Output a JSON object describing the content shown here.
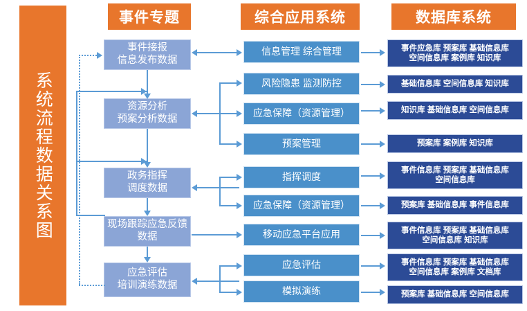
{
  "banner": {
    "title": "系统流程数据关系图",
    "color": "#e8762c"
  },
  "headers": [
    {
      "id": "event-topic",
      "label": "事件专题"
    },
    {
      "id": "integrated-app",
      "label": "综合应用系统"
    },
    {
      "id": "database",
      "label": "数据库系统"
    }
  ],
  "colors": {
    "banner_orange": "#e8762c",
    "column_a_blue": "#8ba5d6",
    "column_b_blue": "#4a90ca",
    "column_c_navy": "#2c4b96",
    "connector_blue": "#5b9bd5"
  },
  "column_a": [
    {
      "line1": "事件接报",
      "line2": "信息发布数据"
    },
    {
      "line1": "资源分析",
      "line2": "预案分析数据"
    },
    {
      "line1": "政务指挥",
      "line2": "调度数据"
    },
    {
      "line1": "现场跟踪应急反馈",
      "line2": "数据"
    },
    {
      "line1": "应急评估",
      "line2": "培训演练数据"
    }
  ],
  "column_b": [
    {
      "label": "信息管理  综合管理"
    },
    {
      "label": "风险隐患  监测防控"
    },
    {
      "label": "应急保障（资源管理）"
    },
    {
      "label": "预案管理"
    },
    {
      "label": "指挥调度"
    },
    {
      "label": "应急保障（资源管理）"
    },
    {
      "label": "移动应急平台应用"
    },
    {
      "label": "应急评估"
    },
    {
      "label": "模拟演练"
    }
  ],
  "column_c": [
    {
      "line1": "事件应急库  预案库  基础信息库",
      "line2": "空间信息库  案例库  知识库"
    },
    {
      "line1": "基础信息库  空间信息库  知识库",
      "line2": ""
    },
    {
      "line1": "知识库  基础信息库  空间信息库",
      "line2": ""
    },
    {
      "line1": "预案库  案例库 知识库",
      "line2": ""
    },
    {
      "line1": "事件信息库  预案库  基础信息库",
      "line2": "空间信息库"
    },
    {
      "line1": "预案库  基础信息库  事件信息库",
      "line2": ""
    },
    {
      "line1": "事件信息库  预案库  基础信息库",
      "line2": "空间信息库  知识库"
    },
    {
      "line1": "事件信息库  预案库  基础信息库",
      "line2": "空间信息库  案例库  文档库"
    },
    {
      "line1": "预案库  基础信息库  空间信息库",
      "line2": ""
    }
  ]
}
